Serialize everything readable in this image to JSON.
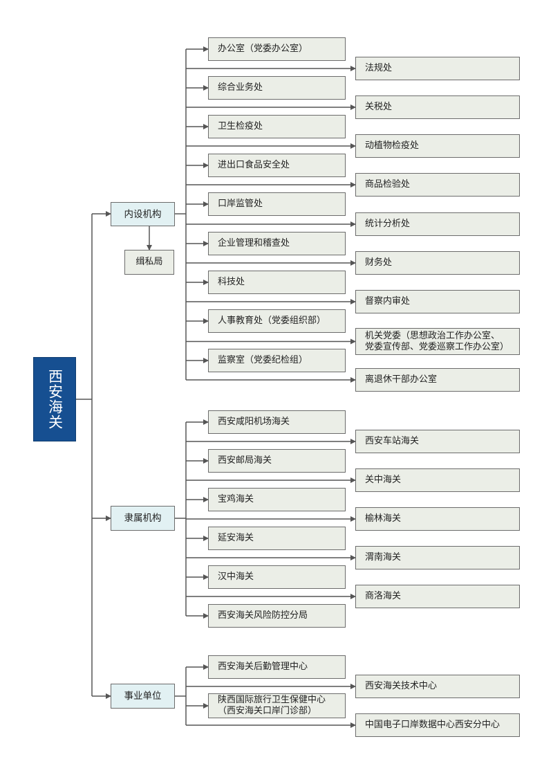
{
  "root": {
    "title": "西安海关"
  },
  "categories": {
    "internal": {
      "label": "内设机构",
      "sub": "缉私局",
      "left": [
        "办公室（党委办公室）",
        "综合业务处",
        "卫生检疫处",
        "进出口食品安全处",
        "口岸监管处",
        "企业管理和稽查处",
        "科技处",
        "人事教育处（党委组织部）",
        "监察室（党委纪检组）"
      ],
      "right": [
        "法规处",
        "关税处",
        "动植物检疫处",
        "商品检验处",
        "统计分析处",
        "财务处",
        "督察内审处",
        [
          "机关党委（思想政治工作办公室、",
          "党委宣传部、党委巡察工作办公室）"
        ],
        "离退休干部办公室"
      ]
    },
    "affiliated": {
      "label": "隶属机构",
      "left": [
        "西安咸阳机场海关",
        "西安邮局海关",
        "宝鸡海关",
        "延安海关",
        "汉中海关",
        "西安海关风险防控分局"
      ],
      "right": [
        "西安车站海关",
        "关中海关",
        "榆林海关",
        "渭南海关",
        "商洛海关"
      ]
    },
    "institutions": {
      "label": "事业单位",
      "left": [
        "西安海关后勤管理中心",
        [
          "陕西国际旅行卫生保健中心",
          "（西安海关口岸门诊部）"
        ]
      ],
      "right": [
        "西安海关技术中心",
        "中国电子口岸数据中心西安分中心"
      ]
    }
  },
  "colors": {
    "root_fill": "#164f91",
    "category_fill": "#e2f1f3",
    "leaf_fill": "#ebeee7",
    "border": "#6b6b6b",
    "connector": "#555555"
  }
}
